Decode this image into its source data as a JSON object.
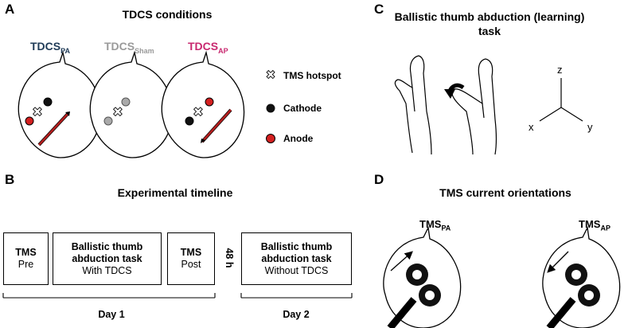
{
  "panels": {
    "A": {
      "letter": "A",
      "title": "TDCS conditions",
      "conditions": [
        {
          "main": "TDCS",
          "sub": "PA",
          "color": "#1f3b57"
        },
        {
          "main": "TDCS",
          "sub": "Sham",
          "color": "#9a9a9a"
        },
        {
          "main": "TDCS",
          "sub": "AP",
          "color": "#c8286f"
        }
      ],
      "legend": [
        {
          "label": "TMS hotspot",
          "icon": "cross-marker-icon"
        },
        {
          "label": "Cathode",
          "icon": "black-dot-icon",
          "color": "#111111"
        },
        {
          "label": "Anode",
          "icon": "red-dot-icon",
          "color": "#d42020"
        }
      ]
    },
    "B": {
      "letter": "B",
      "title": "Experimental timeline",
      "boxes": [
        {
          "bold": "TMS",
          "line2": "Pre",
          "line3": ""
        },
        {
          "bold": "Ballistic thumb",
          "line2": "abduction task",
          "line3": "With TDCS"
        },
        {
          "bold": "TMS",
          "line2": "Post",
          "line3": ""
        },
        {
          "bold": "Ballistic thumb",
          "line2": "abduction task",
          "line3": "Without TDCS"
        }
      ],
      "gap_label": "48 h",
      "days": [
        "Day 1",
        "Day 2"
      ]
    },
    "C": {
      "letter": "C",
      "title": "Ballistic thumb abduction (learning) task",
      "axes": {
        "z": "z",
        "x": "x",
        "y": "y"
      }
    },
    "D": {
      "letter": "D",
      "title": "TMS current orientations",
      "coils": [
        {
          "main": "TMS",
          "sub": "PA"
        },
        {
          "main": "TMS",
          "sub": "AP"
        }
      ]
    }
  }
}
